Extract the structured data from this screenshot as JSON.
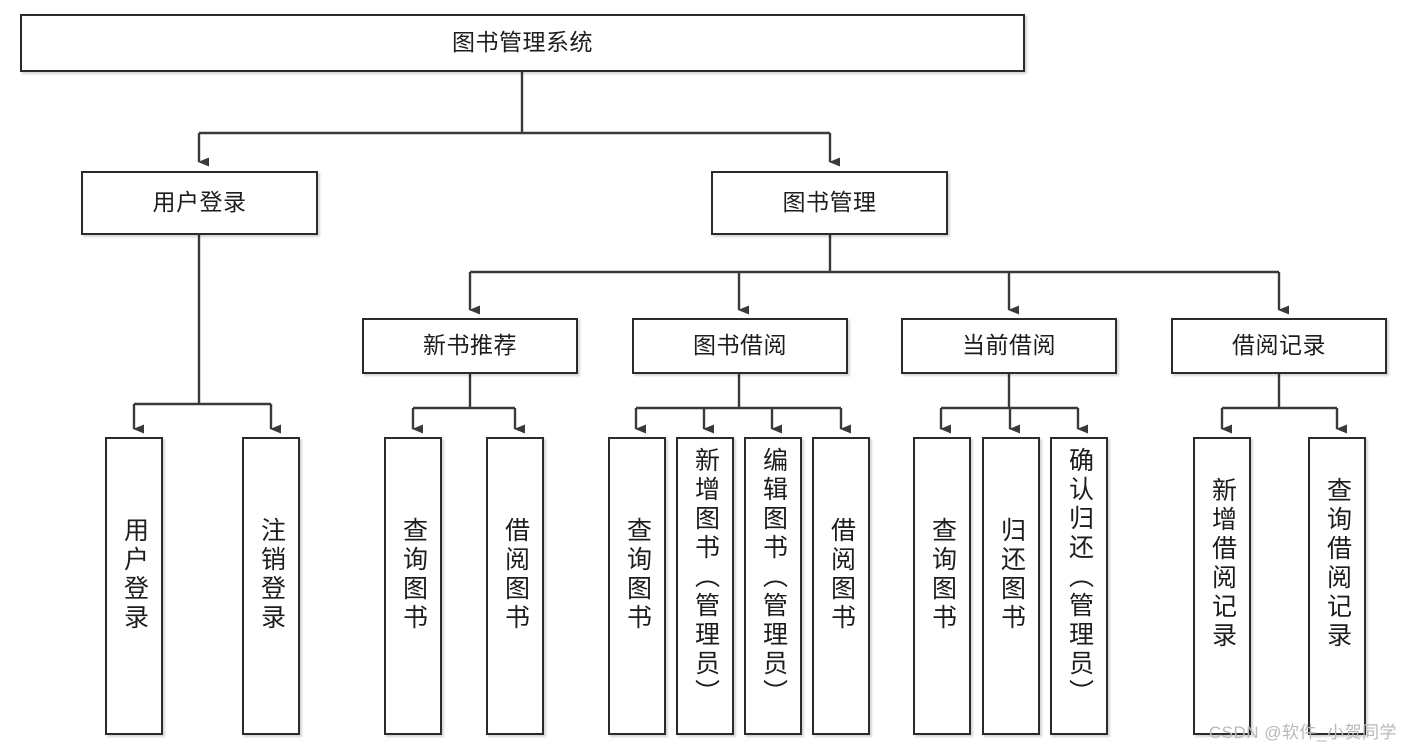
{
  "diagram": {
    "title": "图书管理系统",
    "type": "tree",
    "watermark": "CSDN @软件_小贺同学",
    "colors": {
      "box_border": "#2b2b2b",
      "box_fill": "#ffffff",
      "connector": "#3a3a3a",
      "text": "#1d1d1d",
      "watermark": "#b9b9b9"
    },
    "root": {
      "id": "root",
      "label": "图书管理系统"
    },
    "level2": [
      {
        "id": "user-login",
        "label": "用户登录"
      },
      {
        "id": "book-manage",
        "label": "图书管理"
      }
    ],
    "level3": [
      {
        "id": "new-book-recommend",
        "label": "新书推荐",
        "parent": "book-manage"
      },
      {
        "id": "book-borrow",
        "label": "图书借阅",
        "parent": "book-manage"
      },
      {
        "id": "current-borrow",
        "label": "当前借阅",
        "parent": "book-manage"
      },
      {
        "id": "borrow-record",
        "label": "借阅记录",
        "parent": "book-manage"
      }
    ],
    "leaves": {
      "user_login": [
        {
          "id": "leaf-user-login",
          "label": "用户登录"
        },
        {
          "id": "leaf-user-logout",
          "label": "注销登录"
        }
      ],
      "new_book_recommend": [
        {
          "id": "leaf-query-book-1",
          "label": "查询图书"
        },
        {
          "id": "leaf-borrow-book-1",
          "label": "借阅图书"
        }
      ],
      "book_borrow": [
        {
          "id": "leaf-query-book-2",
          "label": "查询图书"
        },
        {
          "id": "leaf-add-book",
          "label": "新增图书（管理员）"
        },
        {
          "id": "leaf-edit-book",
          "label": "编辑图书（管理员）"
        },
        {
          "id": "leaf-borrow-book-2",
          "label": "借阅图书"
        }
      ],
      "current_borrow": [
        {
          "id": "leaf-query-book-3",
          "label": "查询图书"
        },
        {
          "id": "leaf-return-book",
          "label": "归还图书"
        },
        {
          "id": "leaf-confirm-return",
          "label": "确认归还（管理员）"
        }
      ],
      "borrow_record": [
        {
          "id": "leaf-add-record",
          "label": "新增借阅记录"
        },
        {
          "id": "leaf-query-record",
          "label": "查询借阅记录"
        }
      ]
    }
  }
}
